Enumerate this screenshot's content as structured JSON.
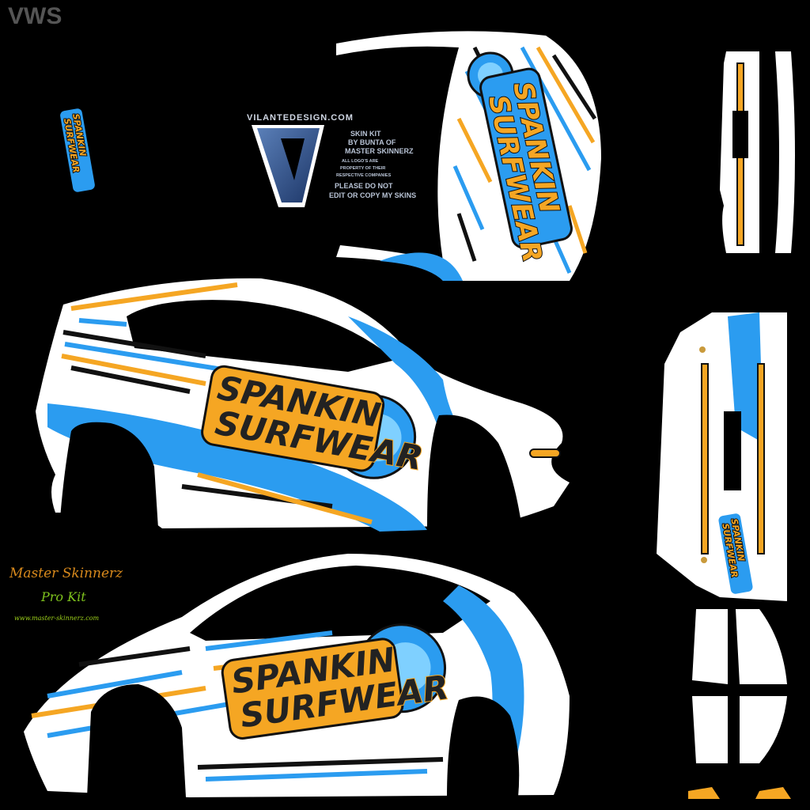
{
  "watermark": "VWS",
  "credits": {
    "logo_text": "VILANTEDESIGN.COM",
    "line1": "SKIN KIT",
    "line2": "BY BUNTA OF",
    "line3": "MASTER SKINNERZ",
    "small1": "ALL LOGO'S ARE",
    "small2": "PROPERTY OF THEIR",
    "small3": "RESPECTIVE COMPANIES",
    "warn1": "PLEASE DO NOT",
    "warn2": "EDIT OR COPY MY SKINS"
  },
  "kit": {
    "title": "Master Skinnerz",
    "subtitle": "Pro Kit",
    "url": "www.master-skinnerz.com"
  },
  "sponsor": {
    "line1": "SPANKIN",
    "line2": "SURFWEAR"
  },
  "colors": {
    "blue": "#2b9cf0",
    "orange": "#f5a623",
    "white": "#ffffff",
    "background": "#000000"
  }
}
